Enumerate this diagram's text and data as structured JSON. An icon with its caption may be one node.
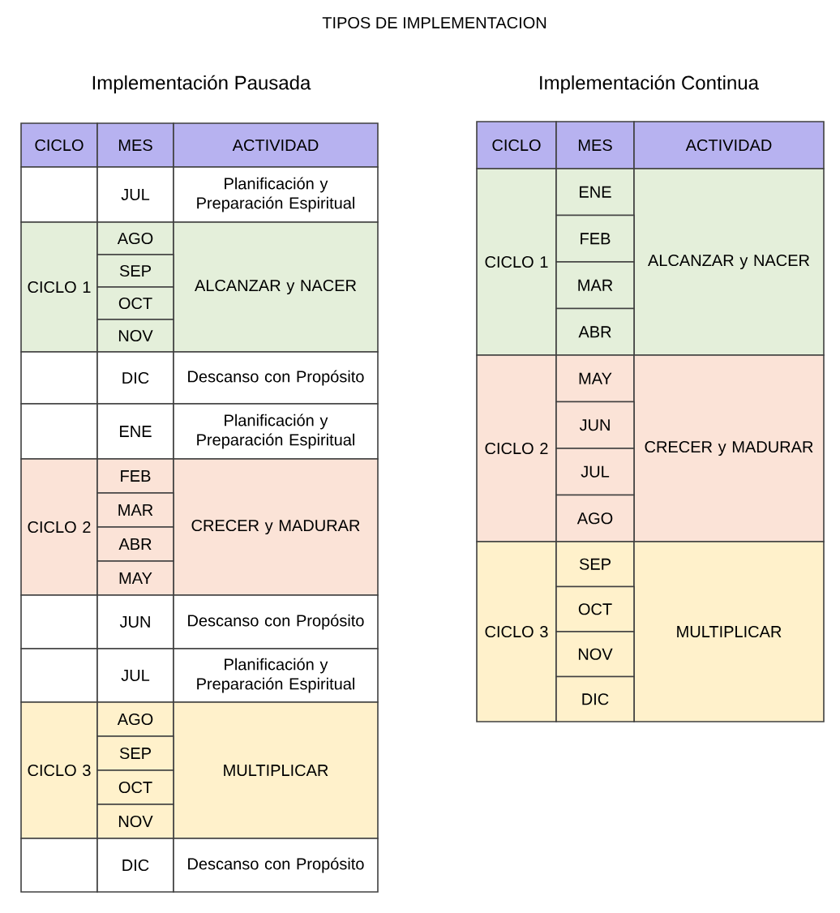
{
  "diagram": {
    "title": "TIPOS DE IMPLEMENTACION",
    "labels": [
      "Implementación Pausada",
      "Implementación Continua",
      "CICLO",
      "MES",
      "ACTIVIDAD",
      "JUL",
      "Planificación y Preparación Espiritual",
      "CICLO 1",
      "AGO",
      "ALCANZAR y NACER",
      "SEP",
      "OCT",
      "NOV",
      "DIC",
      "Descanso con Propósito",
      "ENE",
      "Planificación y Preparación Espiritual",
      "CICLO 2",
      "FEB",
      "CRECER y MADURAR",
      "MAR",
      "ABR",
      "MAY",
      "JUN",
      "Descanso con Propósito",
      "JUL",
      "Planificación y Preparación Espiritual",
      "CICLO 3",
      "AGO",
      "MULTIPLICAR",
      "SEP",
      "OCT",
      "NOV",
      "DIC",
      "Descanso con Propósito",
      "CICLO",
      "MES",
      "ACTIVIDAD",
      "CICLO 1",
      "ENE",
      "ALCANZAR y NACER",
      "FEB",
      "MAR",
      "ABR",
      "CICLO 2",
      "MAY",
      "CRECER y MADURAR",
      "JUN",
      "JUL",
      "AGO",
      "CICLO 3",
      "SEP",
      "MULTIPLICAR",
      "OCT",
      "NOV",
      "DIC"
    ]
  }
}
